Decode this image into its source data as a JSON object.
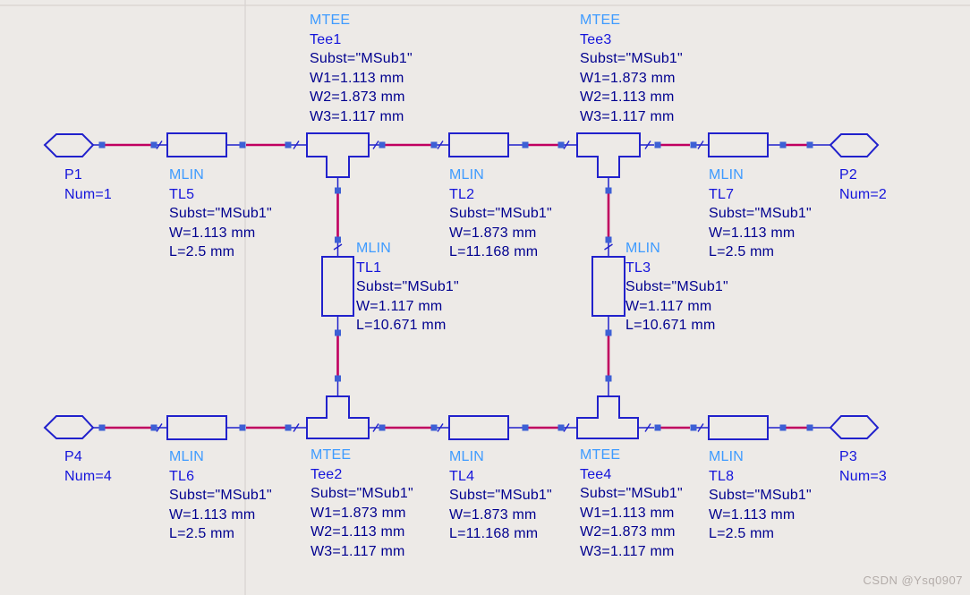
{
  "ports": {
    "p1": {
      "ref": "P1",
      "num": "Num=1"
    },
    "p2": {
      "ref": "P2",
      "num": "Num=2"
    },
    "p3": {
      "ref": "P3",
      "num": "Num=3"
    },
    "p4": {
      "ref": "P4",
      "num": "Num=4"
    }
  },
  "mlins": {
    "tl5": {
      "type": "MLIN",
      "ref": "TL5",
      "subst": "Subst=\"MSub1\"",
      "w": "W=1.113 mm",
      "l": "L=2.5 mm"
    },
    "tl2": {
      "type": "MLIN",
      "ref": "TL2",
      "subst": "Subst=\"MSub1\"",
      "w": "W=1.873 mm",
      "l": "L=11.168 mm"
    },
    "tl7": {
      "type": "MLIN",
      "ref": "TL7",
      "subst": "Subst=\"MSub1\"",
      "w": "W=1.113 mm",
      "l": "L=2.5 mm"
    },
    "tl1": {
      "type": "MLIN",
      "ref": "TL1",
      "subst": "Subst=\"MSub1\"",
      "w": "W=1.117 mm",
      "l": "L=10.671 mm"
    },
    "tl3": {
      "type": "MLIN",
      "ref": "TL3",
      "subst": "Subst=\"MSub1\"",
      "w": "W=1.117 mm",
      "l": "L=10.671 mm"
    },
    "tl6": {
      "type": "MLIN",
      "ref": "TL6",
      "subst": "Subst=\"MSub1\"",
      "w": "W=1.113 mm",
      "l": "L=2.5 mm"
    },
    "tl4": {
      "type": "MLIN",
      "ref": "TL4",
      "subst": "Subst=\"MSub1\"",
      "w": "W=1.873 mm",
      "l": "L=11.168 mm"
    },
    "tl8": {
      "type": "MLIN",
      "ref": "TL8",
      "subst": "Subst=\"MSub1\"",
      "w": "W=1.113 mm",
      "l": "L=2.5 mm"
    }
  },
  "mtees": {
    "tee1": {
      "type": "MTEE",
      "ref": "Tee1",
      "subst": "Subst=\"MSub1\"",
      "w1": "W1=1.113 mm",
      "w2": "W2=1.873 mm",
      "w3": "W3=1.117 mm"
    },
    "tee3": {
      "type": "MTEE",
      "ref": "Tee3",
      "subst": "Subst=\"MSub1\"",
      "w1": "W1=1.873 mm",
      "w2": "W2=1.113 mm",
      "w3": "W3=1.117 mm"
    },
    "tee2": {
      "type": "MTEE",
      "ref": "Tee2",
      "subst": "Subst=\"MSub1\"",
      "w1": "W1=1.873 mm",
      "w2": "W2=1.113 mm",
      "w3": "W3=1.117 mm"
    },
    "tee4": {
      "type": "MTEE",
      "ref": "Tee4",
      "subst": "Subst=\"MSub1\"",
      "w1": "W1=1.113 mm",
      "w2": "W2=1.873 mm",
      "w3": "W3=1.117 mm"
    }
  },
  "watermark": "CSDN @Ysq0907",
  "colors": {
    "background": "#EDEAE7",
    "symbol_blue": "#2121CC",
    "wire_magenta": "#C00060",
    "node_blue": "#3D60D5",
    "type_cyan": "#3E9BFF",
    "name_blue": "#1414DB",
    "param_navy": "#00008F",
    "grid_line": "#D8D3D0",
    "watermark_gray": "#B3ACA9"
  }
}
